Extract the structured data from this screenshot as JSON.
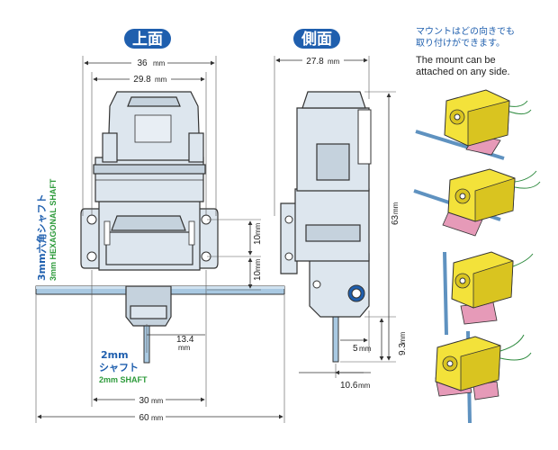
{
  "views": {
    "top_view_title": "上面",
    "side_view_title": "側面"
  },
  "colors": {
    "title_badge": "#1f5fae",
    "body": "#dde6ee",
    "shaft": "#a9c9e2",
    "motor_yellow": "#f3e23a",
    "mount_pink": "#e69ab8",
    "note_blue": "#1f5fae",
    "label_green": "#2c9a3a"
  },
  "dimensions": {
    "top_36": "36",
    "top_29_8": "29.8",
    "top_10_a": "10",
    "top_10_b": "10",
    "top_13_4": "13.4",
    "top_30": "30",
    "top_60": "60",
    "side_27_8": "27.8",
    "side_63": "63",
    "side_5": "5",
    "side_9_3": "9.3",
    "side_10_6": "10.6",
    "unit": "mm"
  },
  "labels": {
    "hex_shaft_jp": "3mm六角シャフト",
    "hex_shaft_en": "3mm HEXAGONAL SHAFT",
    "shaft_2mm_top": "2mm",
    "shaft_2mm_jp": "シャフト",
    "shaft_2mm_en": "2mm SHAFT"
  },
  "note": {
    "jp_line1": "マウントはどの向きでも",
    "jp_line2": "取り付けができます。",
    "en_line1": "The mount can be",
    "en_line2": "attached on any side."
  }
}
